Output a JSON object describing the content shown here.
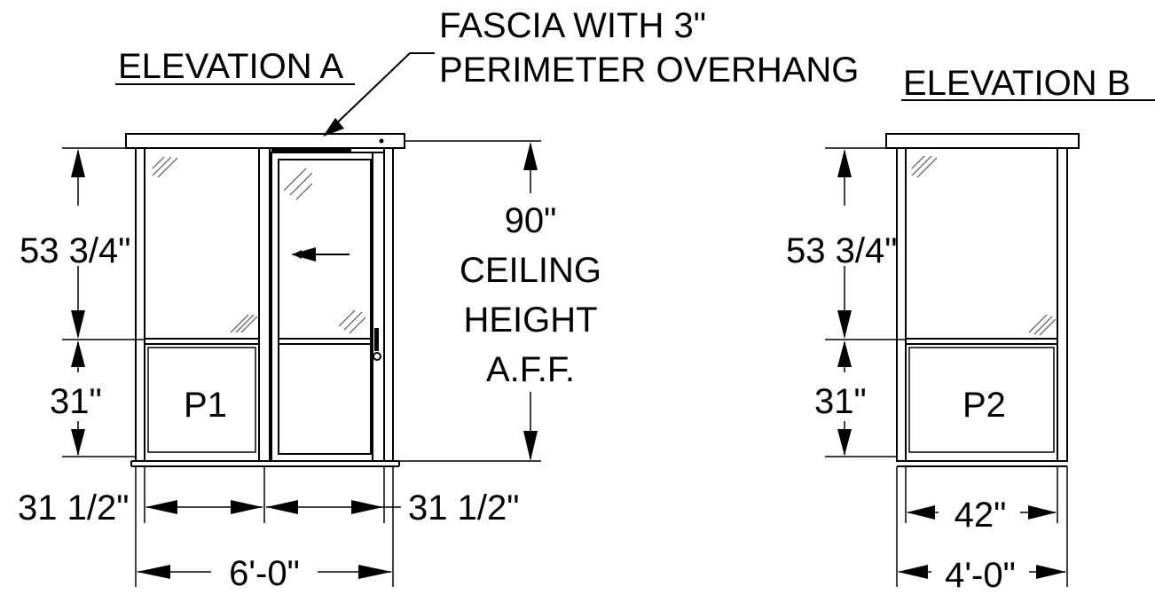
{
  "elevation_a": {
    "title": "ELEVATION A",
    "fascia_note_line1": "FASCIA WITH 3\"",
    "fascia_note_line2": "PERIMETER OVERHANG",
    "upper_height": "53 3/4\"",
    "lower_height": "31\"",
    "panel_label": "P1",
    "ceiling_value": "90\"",
    "ceiling_line1": "CEILING",
    "ceiling_line2": "HEIGHT",
    "ceiling_line3": "A.F.F.",
    "left_width": "31 1/2\"",
    "right_width": "31 1/2\"",
    "overall_width": "6'-0\""
  },
  "elevation_b": {
    "title": "ELEVATION  B",
    "upper_height": "53 3/4\"",
    "lower_height": "31\"",
    "panel_label": "P2",
    "inner_width": "42\"",
    "overall_width": "4'-0\""
  }
}
